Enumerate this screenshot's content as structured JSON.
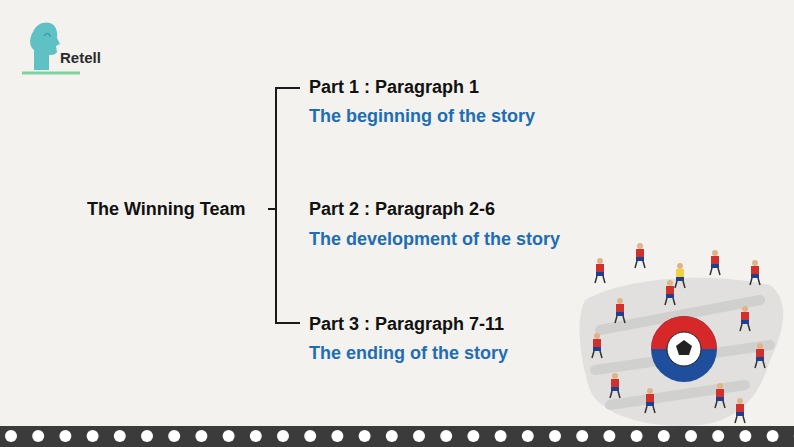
{
  "diagram": {
    "labels": [
      "Retell",
      "The Winning Team",
      "Part 1 : Paragraph 1",
      "The beginning of the story",
      "Part 2 : Paragraph 2-6",
      "The development of the story",
      "Part 3 : Paragraph 7-11",
      "The ending of the story"
    ]
  }
}
